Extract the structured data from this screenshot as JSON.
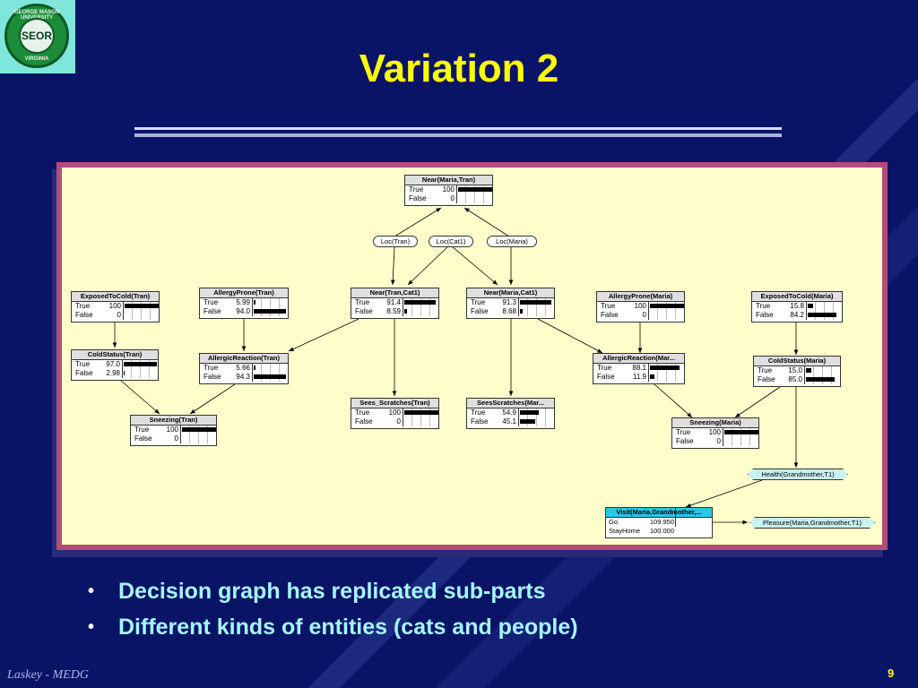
{
  "logo": {
    "text": "SEOR",
    "ring_top": "GEORGE MASON UNIVERSITY",
    "ring_bottom": "VIRGINIA"
  },
  "title": "Variation 2",
  "nodes": {
    "near_maria_tran": {
      "title": "Near(Maria,Tran)",
      "states": [
        {
          "label": "True",
          "value": "100",
          "p": 1.0
        },
        {
          "label": "False",
          "value": "0",
          "p": 0
        }
      ]
    },
    "exposed_tran": {
      "title": "ExposedToCold(Tran)",
      "states": [
        {
          "label": "True",
          "value": "100",
          "p": 1.0
        },
        {
          "label": "False",
          "value": "0",
          "p": 0
        }
      ]
    },
    "allergyprone_tran": {
      "title": "AllergyProne(Tran)",
      "states": [
        {
          "label": "True",
          "value": "5.99",
          "p": 0.0599
        },
        {
          "label": "False",
          "value": "94.0",
          "p": 0.94
        }
      ]
    },
    "near_tran_cat1": {
      "title": "Near(Tran,Cat1)",
      "states": [
        {
          "label": "True",
          "value": "91.4",
          "p": 0.914
        },
        {
          "label": "False",
          "value": "8.59",
          "p": 0.0859
        }
      ]
    },
    "near_maria_cat1": {
      "title": "Near(Maria,Cat1)",
      "states": [
        {
          "label": "True",
          "value": "91.3",
          "p": 0.913
        },
        {
          "label": "False",
          "value": "8.68",
          "p": 0.0868
        }
      ]
    },
    "allergyprone_maria": {
      "title": "AllergyProne(Maria)",
      "states": [
        {
          "label": "True",
          "value": "100",
          "p": 1.0
        },
        {
          "label": "False",
          "value": "0",
          "p": 0
        }
      ]
    },
    "exposed_maria": {
      "title": "ExposedToCold(Maria)",
      "states": [
        {
          "label": "True",
          "value": "15.8",
          "p": 0.158
        },
        {
          "label": "False",
          "value": "84.2",
          "p": 0.842
        }
      ]
    },
    "coldstatus_tran": {
      "title": "ColdStatus(Tran)",
      "states": [
        {
          "label": "True",
          "value": "97.0",
          "p": 0.97
        },
        {
          "label": "False",
          "value": "2.98",
          "p": 0.0298
        }
      ]
    },
    "allergic_tran": {
      "title": "AllergicReaction(Tran)",
      "states": [
        {
          "label": "True",
          "value": "5.66",
          "p": 0.0566
        },
        {
          "label": "False",
          "value": "94.3",
          "p": 0.943
        }
      ]
    },
    "allergic_maria": {
      "title": "AllergicReaction(Mar...",
      "states": [
        {
          "label": "True",
          "value": "88.1",
          "p": 0.881
        },
        {
          "label": "False",
          "value": "11.9",
          "p": 0.119
        }
      ]
    },
    "coldstatus_maria": {
      "title": "ColdStatus(Maria)",
      "states": [
        {
          "label": "True",
          "value": "15.0",
          "p": 0.15
        },
        {
          "label": "False",
          "value": "85.0",
          "p": 0.85
        }
      ]
    },
    "sees_tran": {
      "title": "Sees_Scratches(Tran)",
      "states": [
        {
          "label": "True",
          "value": "100",
          "p": 1.0
        },
        {
          "label": "False",
          "value": "0",
          "p": 0
        }
      ]
    },
    "sees_maria": {
      "title": "SeesScratches(Mar...",
      "states": [
        {
          "label": "True",
          "value": "54.9",
          "p": 0.549
        },
        {
          "label": "False",
          "value": "45.1",
          "p": 0.451
        }
      ]
    },
    "sneezing_tran": {
      "title": "Sneezing(Tran)",
      "states": [
        {
          "label": "True",
          "value": "100",
          "p": 1.0
        },
        {
          "label": "False",
          "value": "0",
          "p": 0
        }
      ]
    },
    "sneezing_maria": {
      "title": "Sneezing(Maria)",
      "states": [
        {
          "label": "True",
          "value": "100",
          "p": 1.0
        },
        {
          "label": "False",
          "value": "0",
          "p": 0
        }
      ]
    }
  },
  "context_nodes": {
    "loc_tran": "Loc(Tran)",
    "loc_cat1": "Loc(Cat1)",
    "loc_maria": "Loc(Maria)"
  },
  "utility_nodes": {
    "health": "Health(Grandmother,T1)",
    "pleasure": "Pleasure(Maria,Grandmother,T1)"
  },
  "decision": {
    "title": "Visit(Maria,Grandmother,...",
    "options": [
      {
        "label": "Go",
        "value": "109.950"
      },
      {
        "label": "StayHome",
        "value": "100.000"
      }
    ]
  },
  "bullets": [
    "Decision graph has replicated sub-parts",
    "Different kinds of entities (cats and people)"
  ],
  "footer": {
    "author": "Laskey - MEDG",
    "page": "9"
  },
  "colors": {
    "background": "#0a1466",
    "title": "#ffff00",
    "bullet_text": "#a6f5ff",
    "frame_border": "#b44c7a",
    "canvas": "#ffffcc",
    "decision_header": "#28c8e6",
    "utility_fill": "#c8f2ec"
  }
}
